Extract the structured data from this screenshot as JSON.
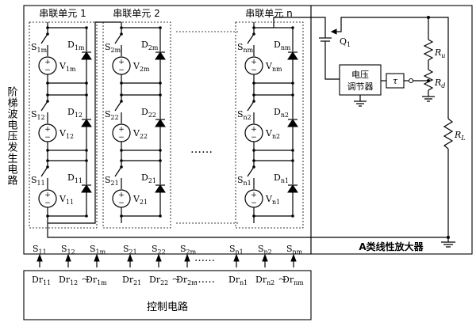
{
  "generator": {
    "title": "阶梯波电压发生电路",
    "units": [
      {
        "title": "串联单元 1",
        "cells": [
          {
            "switch": "S",
            "switch_sub": "1m",
            "diode": "D",
            "diode_sub": "1m",
            "source": "V",
            "source_sub": "1m"
          },
          {
            "switch": "S",
            "switch_sub": "12",
            "diode": "D",
            "diode_sub": "12",
            "source": "V",
            "source_sub": "12"
          },
          {
            "switch": "S",
            "switch_sub": "11",
            "diode": "D",
            "diode_sub": "11",
            "source": "V",
            "source_sub": "11"
          }
        ]
      },
      {
        "title": "串联单元 2",
        "cells": [
          {
            "switch": "S",
            "switch_sub": "2m",
            "diode": "D",
            "diode_sub": "2m",
            "source": "V",
            "source_sub": "2m"
          },
          {
            "switch": "S",
            "switch_sub": "22",
            "diode": "D",
            "diode_sub": "22",
            "source": "V",
            "source_sub": "22"
          },
          {
            "switch": "S",
            "switch_sub": "21",
            "diode": "D",
            "diode_sub": "21",
            "source": "V",
            "source_sub": "21"
          }
        ]
      },
      {
        "title": "串联单元 n",
        "cells": [
          {
            "switch": "S",
            "switch_sub": "nm",
            "diode": "D",
            "diode_sub": "nm",
            "source": "V",
            "source_sub": "nm"
          },
          {
            "switch": "S",
            "switch_sub": "n2",
            "diode": "D",
            "diode_sub": "n2",
            "source": "V",
            "source_sub": "n2"
          },
          {
            "switch": "S",
            "switch_sub": "n1",
            "diode": "D",
            "diode_sub": "n1",
            "source": "V",
            "source_sub": "n1"
          }
        ]
      }
    ],
    "ellipsis": "……"
  },
  "amplifier": {
    "title": "A类线性放大器",
    "transistor": "Q",
    "transistor_sub": "1",
    "regulator_line1": "电压",
    "regulator_line2": "调节器",
    "tau": "τ",
    "ru": "R",
    "ru_sub": "u",
    "rd": "R",
    "rd_sub": "d",
    "rl": "R",
    "rl_sub": "L"
  },
  "control": {
    "title": "控制电路",
    "switch_groups": [
      [
        {
          "n": "S",
          "s": "11"
        },
        {
          "n": "S",
          "s": "12"
        },
        {
          "n": "S",
          "s": "1m"
        }
      ],
      [
        {
          "n": "S",
          "s": "21"
        },
        {
          "n": "S",
          "s": "22"
        },
        {
          "n": "S",
          "s": "2m"
        }
      ],
      [
        {
          "n": "S",
          "s": "n1"
        },
        {
          "n": "S",
          "s": "n2"
        },
        {
          "n": "S",
          "s": "nm"
        }
      ]
    ],
    "driver_groups": [
      [
        {
          "n": "Dr",
          "s": "11"
        },
        {
          "n": "Dr",
          "s": "12"
        },
        {
          "n": "Dr",
          "s": "1m"
        }
      ],
      [
        {
          "n": "Dr",
          "s": "21"
        },
        {
          "n": "Dr",
          "s": "22"
        },
        {
          "n": "Dr",
          "s": "2m"
        }
      ],
      [
        {
          "n": "Dr",
          "s": "n1"
        },
        {
          "n": "Dr",
          "s": "n2"
        },
        {
          "n": "Dr",
          "s": "nm"
        }
      ]
    ],
    "tilde": "～",
    "ellipsis": "……"
  }
}
